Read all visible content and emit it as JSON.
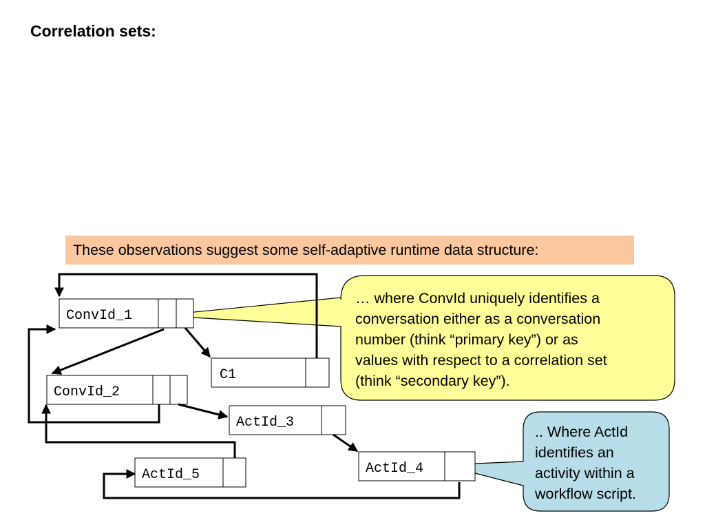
{
  "title": "Correlation sets:",
  "note": "These observations suggest some self-adaptive runtime data structure:",
  "nodes": {
    "convid_1": "ConvId_1",
    "convid_2": "ConvId_2",
    "c1": "C1",
    "actid_3": "ActId_3",
    "actid_4": "ActId_4",
    "actid_5": "ActId_5"
  },
  "callouts": {
    "convid": {
      "lines": [
        "… where ConvId uniquely identifies a",
        "conversation either as a conversation",
        "number (think “primary key”) or as",
        "values with respect to a correlation set",
        "(think “secondary key”)."
      ],
      "fill": "#ffff99"
    },
    "actid": {
      "lines": [
        ".. Where ActId",
        "identifies an",
        "activity within a",
        "workflow script."
      ],
      "fill": "#b7dde8"
    }
  },
  "colors": {
    "note_background": "#fbc79e",
    "line": "#000000"
  }
}
